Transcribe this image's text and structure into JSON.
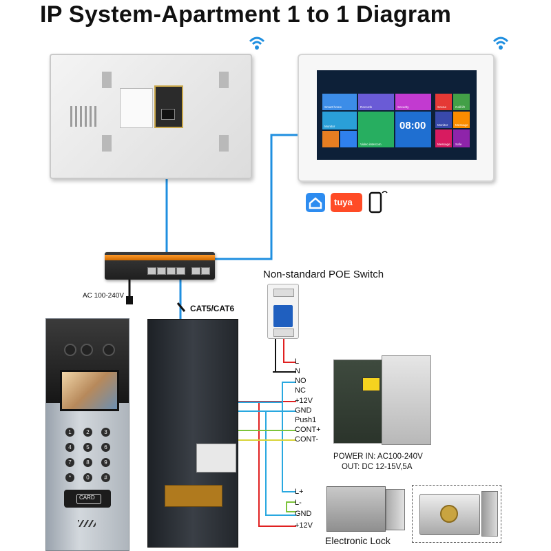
{
  "title": "IP System-Apartment 1 to 1 Diagram",
  "colors": {
    "network_cable": "#1f8fe0",
    "wire_red": "#e02020",
    "wire_black": "#111111",
    "wire_green": "#7cc33a",
    "wire_yellow": "#d8d43a",
    "wire_blue": "#29a8e0"
  },
  "icons": [
    "wifi-icon",
    "smart-home-icon",
    "tuya-icon",
    "smartphone-icon"
  ],
  "monitor_screen": {
    "tiles": [
      "Smart home",
      "Records",
      "Security",
      "Monitor",
      "Video intercom",
      "Scene",
      "Call lift",
      "Monitor",
      "Message",
      "Message",
      "Safe"
    ],
    "time": "08:00"
  },
  "app_badges": {
    "tuya": "tuya"
  },
  "switch": {
    "name": "Non-standard POE Switch",
    "power_label": "AC 100-240V",
    "cable_label": "CAT5/CAT6"
  },
  "outdoor_station": {
    "keys": [
      "1",
      "2",
      "3",
      "4",
      "5",
      "6",
      "7",
      "8",
      "9",
      "*",
      "0",
      "#"
    ],
    "card_label": "CARD"
  },
  "terminals": [
    "L",
    "N",
    "NO",
    "NC",
    "+12V",
    "GND",
    "Push1",
    "CONT+",
    "CONT-"
  ],
  "lock_terminals": [
    "L+",
    "L-",
    "GND",
    "+12V"
  ],
  "power_supply": {
    "line1": "POWER  IN: AC100-240V",
    "line2": "OUT: DC 12-15V,5A"
  },
  "lock": {
    "label": "Electronic Lock"
  }
}
